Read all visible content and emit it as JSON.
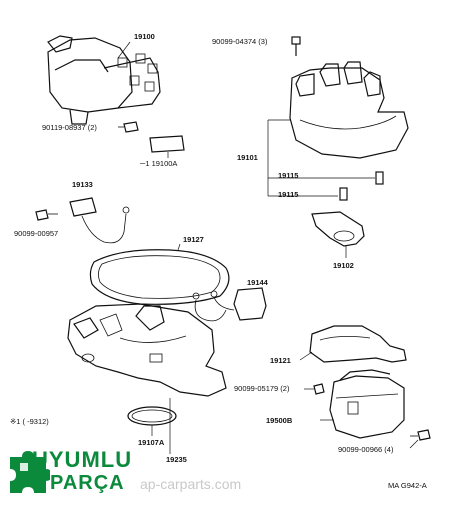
{
  "labels": {
    "p19100": "19100",
    "p90099_04374": "90099-04374 (3)",
    "p90119_08937": "90119-08937 (2)",
    "p19100A": "─1 19100A",
    "p19101": "19101",
    "p19115a": "19115",
    "p19115b": "19115",
    "p19133": "19133",
    "p90099_00957": "90099-00957",
    "p19127": "19127",
    "p19102": "19102",
    "p19144": "19144",
    "p19121": "19121",
    "p90099_05179": "90099-05179 (2)",
    "p19500B": "19500B",
    "p19107A": "19107A",
    "p19235": "19235",
    "p90099_00966": "90099-00966 (4)",
    "note": "※1 (     -9312)",
    "ref": "MA G942-A"
  },
  "logo": {
    "line1": "UYUMLU",
    "line2": "PARÇA",
    "brand_color": "#0b8a3c",
    "icon": "puzzle-piece-icon"
  },
  "watermark": "ap-carparts.com"
}
